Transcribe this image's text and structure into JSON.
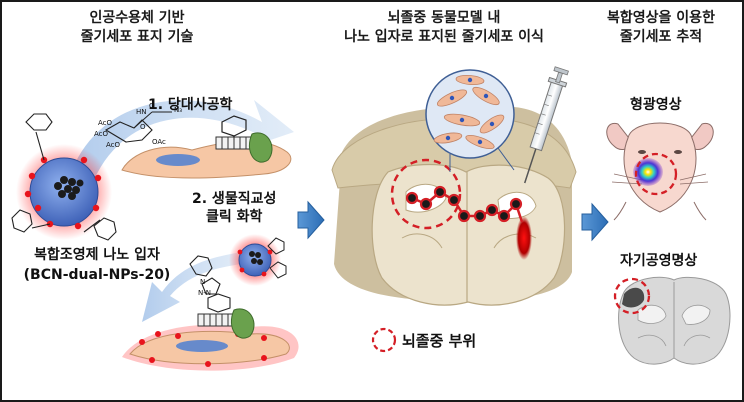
{
  "panel_left": {
    "heading": [
      "인공수용체 기반",
      "줄기세포 표지 기술"
    ],
    "step1": "1. 당대사공학",
    "step2": [
      "2. 생물직교성",
      "클릭 화학"
    ],
    "particle_label": [
      "복합조영제 나노 입자",
      "(BCN-dual-NPs-20)"
    ],
    "chem_labels": {
      "aco1": "AcO",
      "aco2": "AcO",
      "aco3": "AcO",
      "oac": "OAc",
      "n3": "N₃",
      "nh": "HN",
      "o1": "O",
      "o2": "O",
      "nnn": "N-N",
      "n": "N"
    }
  },
  "panel_middle": {
    "heading": [
      "뇌졸중 동물모델 내",
      "나노 입자로 표지된 줄기세포 이식"
    ],
    "legend": "뇌졸중 부위"
  },
  "panel_right": {
    "heading": [
      "복합영상을 이용한",
      "줄기세포 추적"
    ],
    "optical_label": "형광영상",
    "mri_label": "자기공영명상"
  },
  "colors": {
    "stroke_red": "#d41f26",
    "arrow_blue": "#3b7cc0",
    "brain_tan": "#e8ddc4",
    "cell_pink": "#f6c7a5",
    "protein_green": "#6aa14d",
    "particle_blue": "#5f86d6"
  }
}
